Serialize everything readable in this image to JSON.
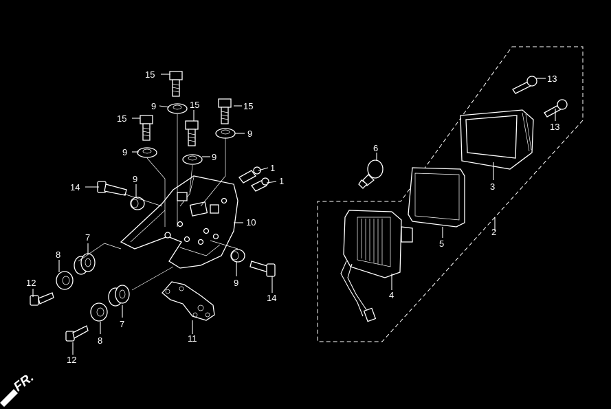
{
  "diagram": {
    "direction_marker": "FR.",
    "callouts": {
      "c1a": "1",
      "c1b": "1",
      "c2": "2",
      "c3": "3",
      "c4": "4",
      "c5": "5",
      "c6": "6",
      "c7a": "7",
      "c7b": "7",
      "c8a": "8",
      "c8b": "8",
      "c9a": "9",
      "c9b": "9",
      "c9c": "9",
      "c9d": "9",
      "c9e": "9",
      "c9f": "9",
      "c10": "10",
      "c11": "11",
      "c12a": "12",
      "c12b": "12",
      "c13a": "13",
      "c13b": "13",
      "c14a": "14",
      "c14b": "14",
      "c15a": "15",
      "c15b": "15",
      "c15c": "15",
      "c15d": "15"
    }
  }
}
